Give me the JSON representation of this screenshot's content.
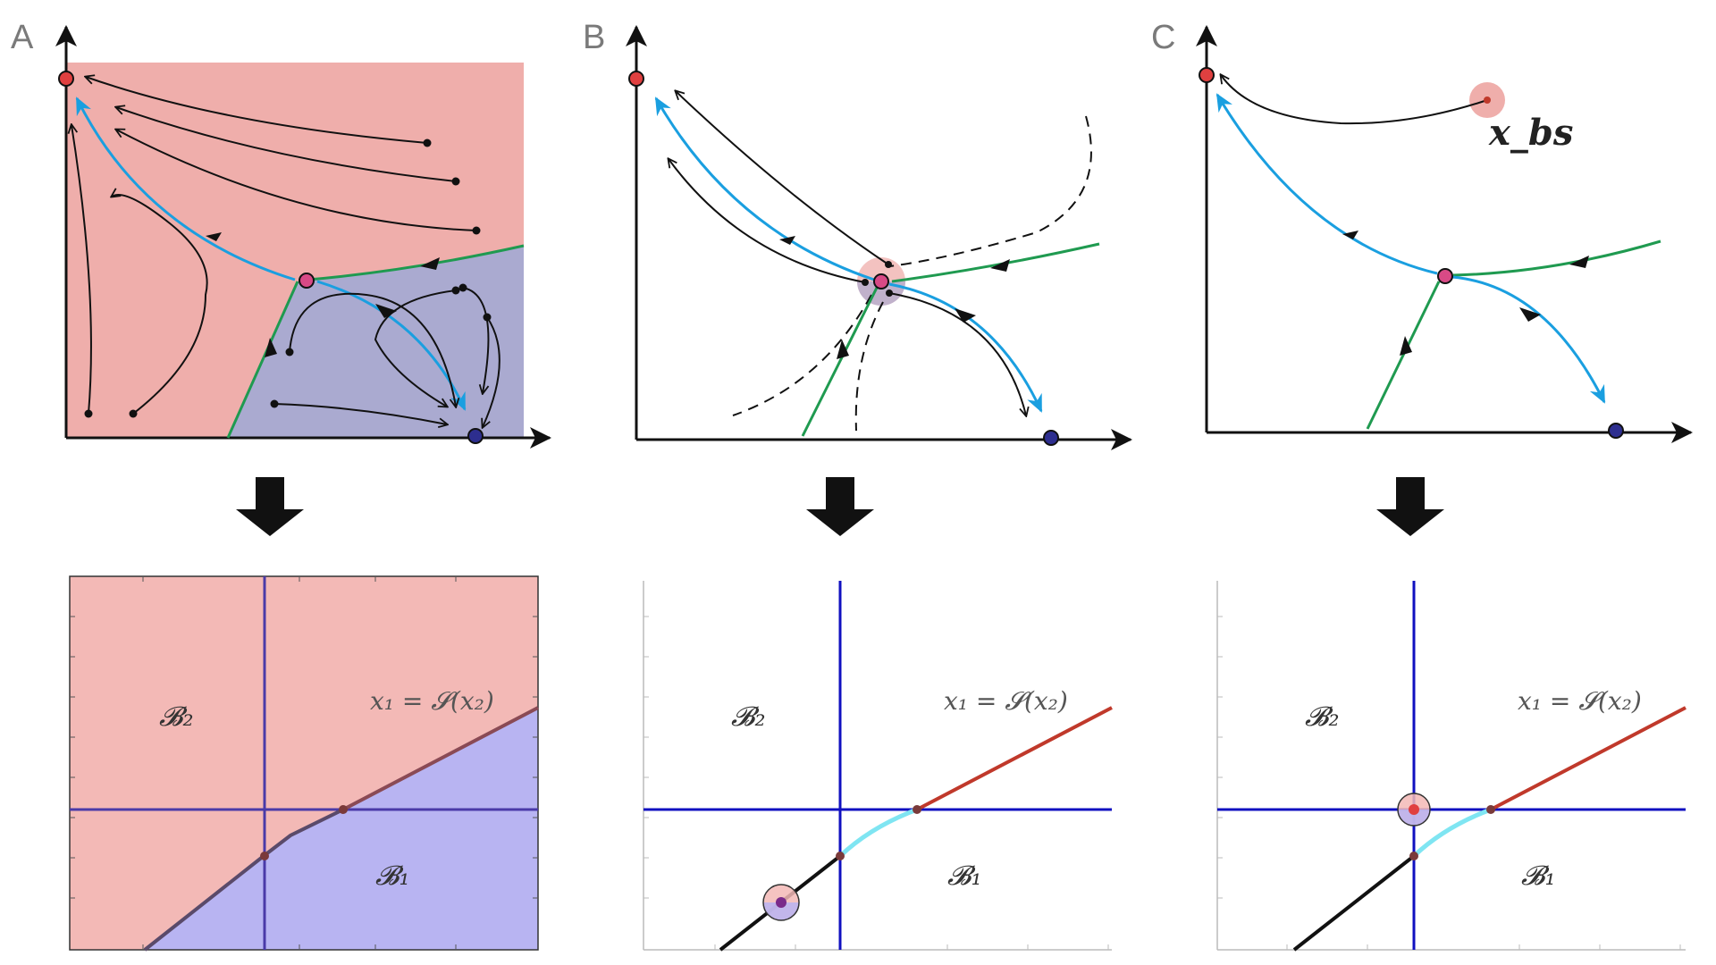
{
  "panels": [
    {
      "letter": "A"
    },
    {
      "letter": "B"
    },
    {
      "letter": "C"
    }
  ],
  "labels": {
    "region_B2": "𝓑₂",
    "region_B1": "𝓑₁",
    "curve": "x₁ = 𝓢(x₂)",
    "initial_state": "x_bs"
  },
  "colors": {
    "region_red": "#efaeab",
    "region_blue": "#aaaad0",
    "bottom_red": "#f3b9b6",
    "bottom_blue": "#b8b4f2",
    "separatrix_stable": "#1f9a50",
    "separatrix_unstable": "#1a9fe0",
    "attractor_red": "#e04040",
    "attractor_blue": "#2d2e8f",
    "saddle": "#d84a86",
    "threshold_line": "#1010c0",
    "curve_red": "#c0392b",
    "curve_cyan": "#7fe5f2",
    "curve_black": "#111111"
  }
}
